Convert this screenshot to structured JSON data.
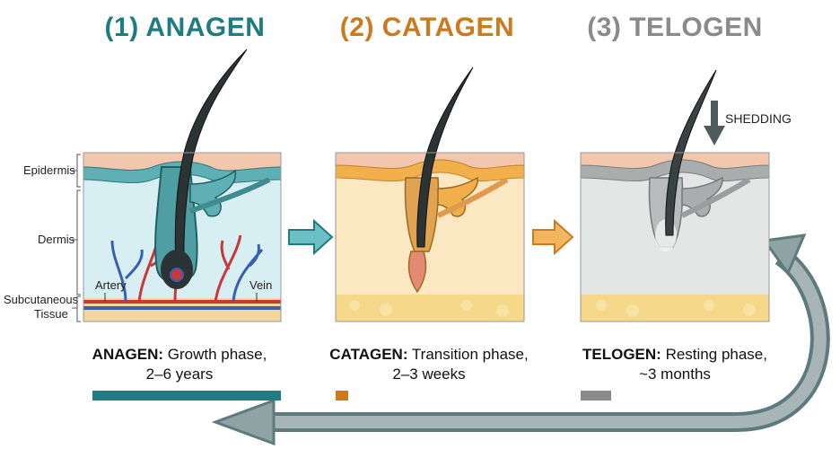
{
  "stages": [
    {
      "title": "(1) ANAGEN",
      "caption_bold": "ANAGEN:",
      "caption_line1": "Growth phase,",
      "caption_line2": "2–6 years",
      "color": "#1f7c80"
    },
    {
      "title": "(2) CATAGEN",
      "caption_bold": "CATAGEN:",
      "caption_line1": "Transition phase,",
      "caption_line2": "2–3 weeks",
      "color": "#cc7a1e"
    },
    {
      "title": "(3) TELOGEN",
      "caption_bold": "TELOGEN:",
      "caption_line1": "Resting phase,",
      "caption_line2": "~3 months",
      "color": "#8a8a8a"
    }
  ],
  "layers": {
    "epidermis": "Epidermis",
    "dermis": "Dermis",
    "subcutaneous_line1": "Subcutaneous",
    "subcutaneous_line2": "Tissue"
  },
  "vessels": {
    "artery": "Artery",
    "vein": "Vein"
  },
  "shedding": "SHEDDING",
  "icons": [
    "right-arrow-icon",
    "down-arrow-icon",
    "cycle-arrow-icon"
  ]
}
